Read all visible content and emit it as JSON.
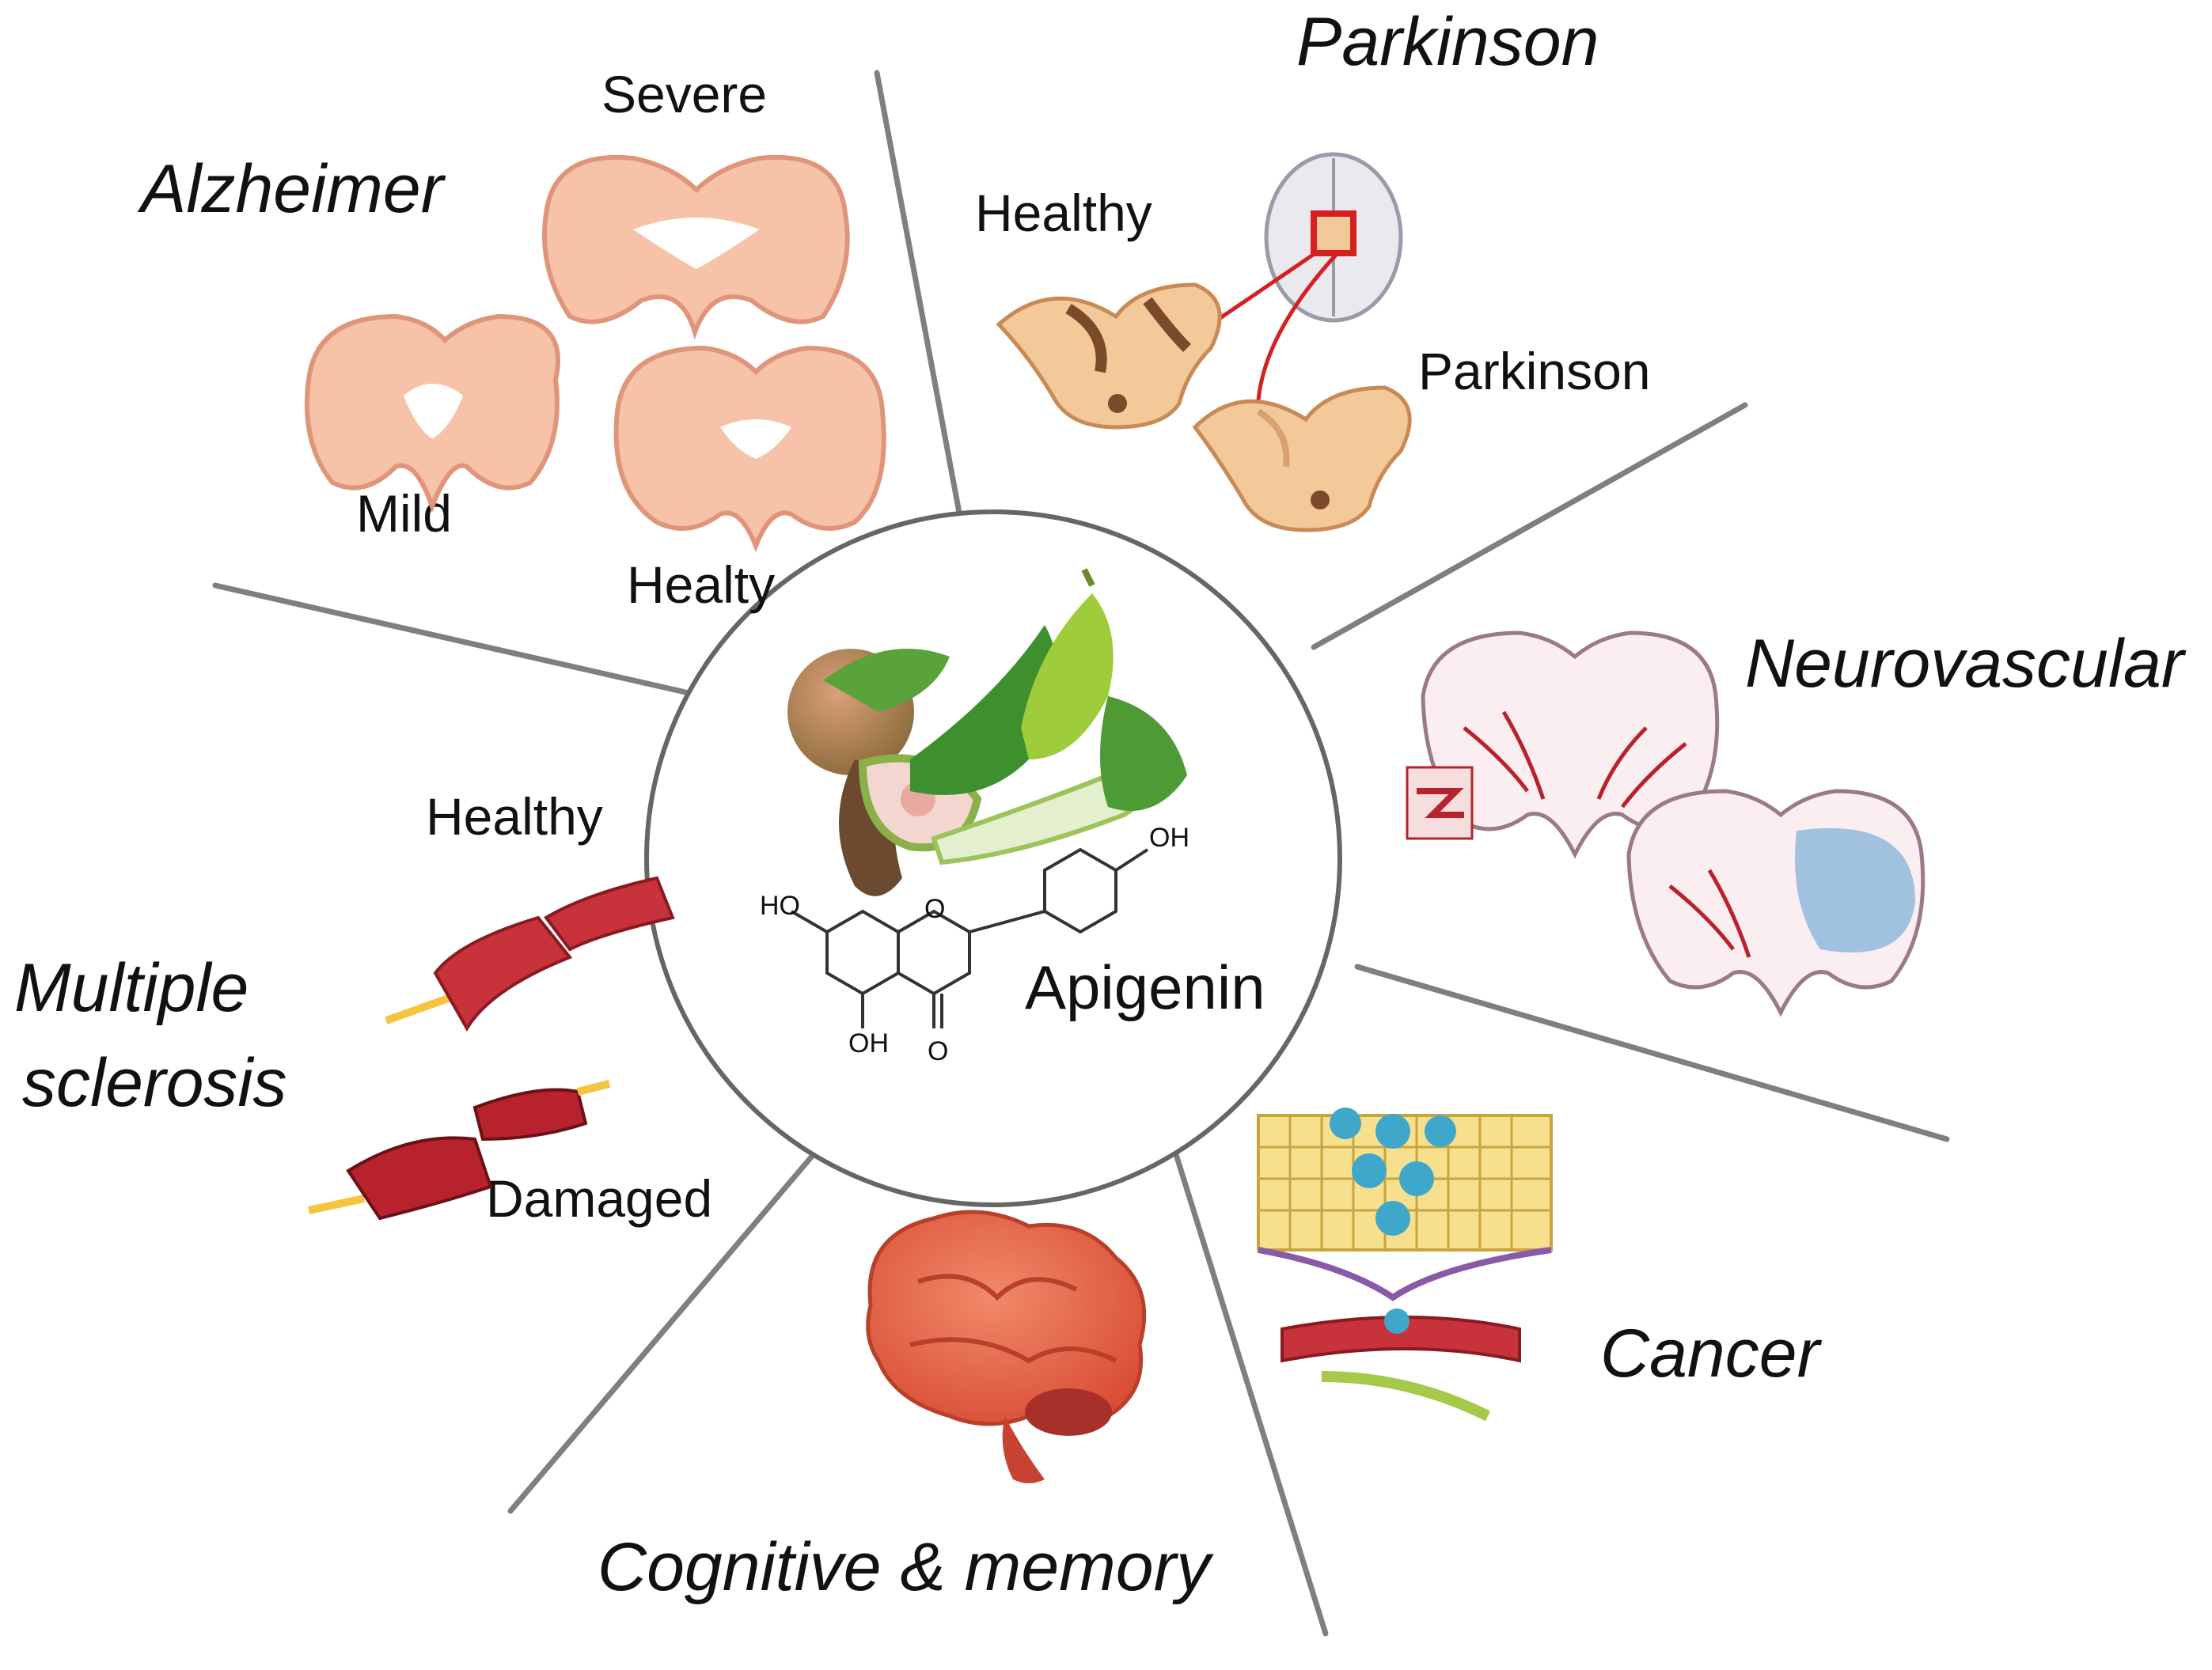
{
  "center": {
    "compound": "Apigenin",
    "substituents": {
      "oh_top": "OH",
      "oh_left": "HO",
      "oh_bottom": "OH",
      "carbonyl_o": "O",
      "ring_o": "O"
    }
  },
  "sections": {
    "alzheimer": {
      "title": "Alzheimer",
      "labels": {
        "severe": "Severe",
        "mild": "Mild",
        "healthy": "Healty"
      }
    },
    "parkinson": {
      "title": "Parkinson",
      "labels": {
        "healthy": "Healthy",
        "parkinson": "Parkinson"
      }
    },
    "neurovascular": {
      "title": "Neurovascular"
    },
    "cancer": {
      "title": "Cancer"
    },
    "cognitive": {
      "title": "Cognitive & memory"
    },
    "multiple_sclerosis": {
      "title_line1": "Multiple",
      "title_line2": "sclerosis",
      "labels": {
        "healthy": "Healthy",
        "damaged": "Damaged"
      }
    }
  },
  "colors": {
    "divider": "#7f7f7f",
    "circle_stroke": "#666666",
    "brain_section_pink": "#f6c3a8",
    "brain_section_stroke": "#e0957a",
    "midbrain_fill": "#f4c99a",
    "myelin_red": "#c8323a",
    "axon_yellow": "#f5c542",
    "cancer_cell_yellow": "#f6e08e",
    "nucleus_blue": "#3fa7c9",
    "brain_orange": "#e8604a",
    "ischemia_blue": "#8fb8dd"
  }
}
